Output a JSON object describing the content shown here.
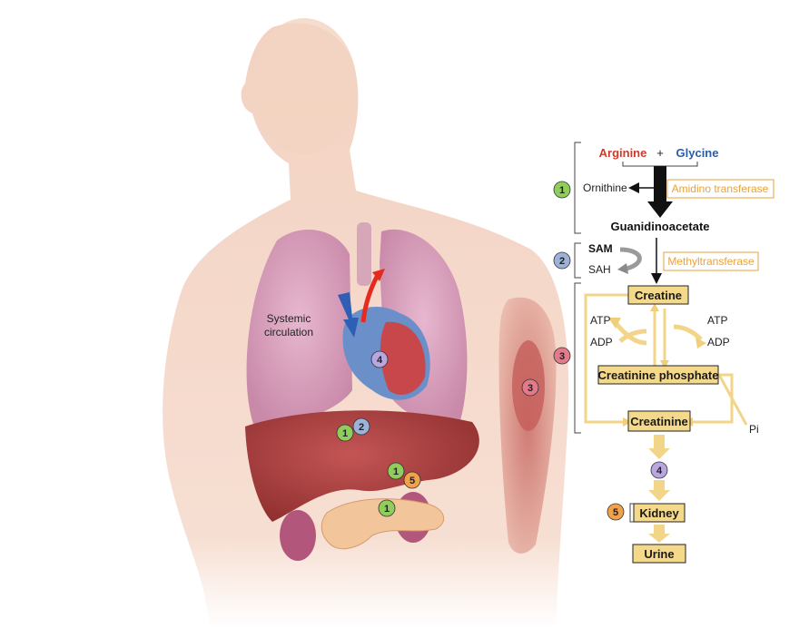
{
  "colors": {
    "arginine": "#d0392b",
    "glycine": "#2a5ca8",
    "enzyme": "#e9a23b",
    "box_fill": "#f5d98a",
    "flow": "#f3d58a",
    "badge_green": "#8fce5a",
    "badge_blue": "#9db2d8",
    "badge_pink": "#e27a8c",
    "badge_purple": "#b9a6e0",
    "badge_orange": "#f2a04a"
  },
  "pathway": {
    "arginine": "Arginine",
    "plus": "+",
    "glycine": "Glycine",
    "ornithine": "Ornithine",
    "amidino_transferase": "Amidino transferase",
    "guanidinoacetate": "Guanidinoacetate",
    "sam": "SAM",
    "sah": "SAH",
    "methyltransferase": "Methyltransferase",
    "creatine": "Creatine",
    "atp_left": "ATP",
    "adp_left": "ADP",
    "atp_right": "ATP",
    "adp_right": "ADP",
    "creatinine_phosphate": "Creatinine phosphate",
    "creatinine": "Creatinine",
    "pi": "Pi",
    "kidney": "Kidney",
    "urine": "Urine"
  },
  "steps": {
    "s1": "1",
    "s2": "2",
    "s3": "3",
    "s4": "4",
    "s5": "5"
  },
  "body": {
    "systemic_line1": "Systemic",
    "systemic_line2": "circulation"
  }
}
